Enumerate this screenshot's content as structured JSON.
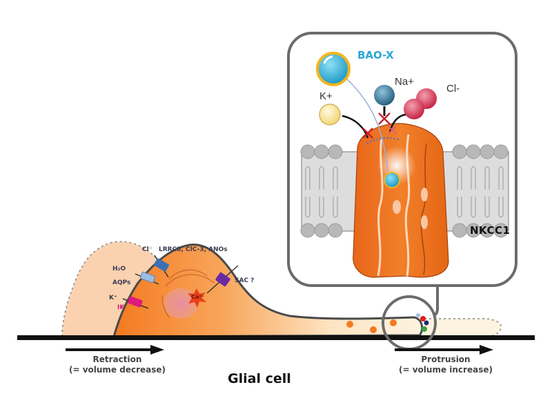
{
  "title": "Glial cell",
  "inset": {
    "drug_label": "BAO-X",
    "ions": [
      {
        "name": "K+",
        "color": "#f3dc86"
      },
      {
        "name": "Na+",
        "color": "#2e6f8e"
      },
      {
        "name": "Cl-",
        "color": "#d2284a"
      }
    ],
    "transporter_label": "NKCC1",
    "colors": {
      "drug": "#1fa9d6",
      "drug_ring": "#f2b51c",
      "transporter": "#ee7320",
      "membrane": "#c8c8c8",
      "block_x": "#c8202a",
      "frame": "#6b6b6b"
    }
  },
  "cell": {
    "channel_labels": {
      "cl": "Cl⁻",
      "lrrc8": "LRRC8, ClC-3, ANOs",
      "h2o": "H₂O",
      "aqps": "AQPs",
      "k": "K⁺",
      "ik": "IK",
      "sac": "SAC ?",
      "ca": "Ca²⁺"
    },
    "colors": {
      "cell_body": "#f6943a",
      "cell_light": "#fde7c6",
      "retracted": "#f9c9a4",
      "ik": "#e0197d",
      "aqp": "#9bbde0",
      "lrrc8": "#3d6fb3",
      "sac": "#6a2aa4"
    }
  },
  "captions": {
    "retraction": "Retraction",
    "retraction_sub": "(= volume decrease)",
    "protrusion": "Protrusion",
    "protrusion_sub": "(= volume increase)"
  }
}
